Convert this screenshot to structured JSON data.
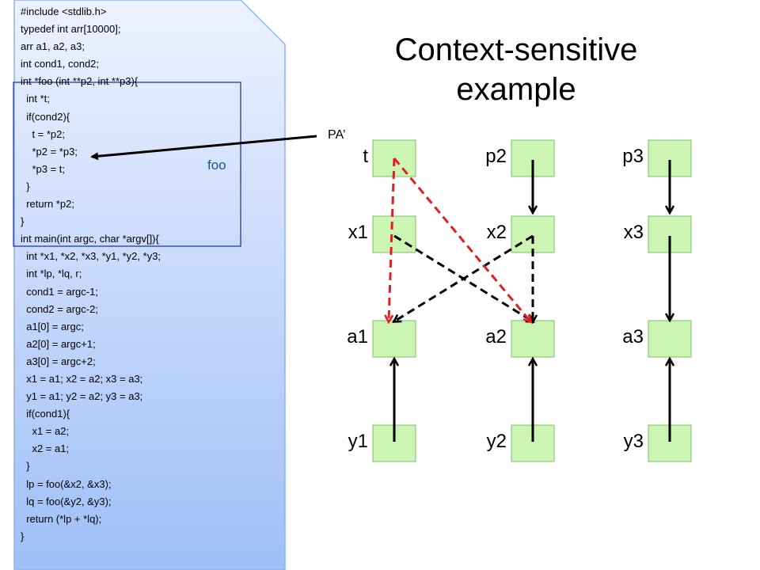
{
  "title": {
    "line1": "Context-sensitive",
    "line2": "example"
  },
  "code": {
    "lines": [
      "#include <stdlib.h>",
      "typedef int arr[10000];",
      "arr a1, a2, a3;",
      "int cond1, cond2;",
      "int *foo (int **p2, int **p3){",
      "  int *t;",
      "  if(cond2){",
      "    t = *p2;",
      "    *p2 = *p3;",
      "    *p3 = t;",
      "  }",
      "  return *p2;",
      "}",
      "int main(int argc, char *argv[]){",
      "  int *x1, *x2, *x3, *y1, *y2, *y3;",
      "  int *lp, *lq, r;",
      "  cond1 = argc-1;",
      "  cond2 = argc-2;",
      "  a1[0] = argc;",
      "  a2[0] = argc+1;",
      "  a3[0] = argc+2;",
      "  x1 = a1; x2 = a2; x3 = a3;",
      "  y1 = a1; y2 = a2; y3 = a3;",
      "  if(cond1){",
      "    x1 = a2;",
      "    x2 = a1;",
      "  }",
      "  lp = foo(&x2, &x3);",
      "  lq = foo(&y2, &y3);",
      "  return (*lp + *lq);",
      "}"
    ]
  },
  "foo_label": "foo",
  "pa_label": "PA’",
  "graph": {
    "nodes": [
      {
        "id": "t",
        "label": "t"
      },
      {
        "id": "p2",
        "label": "p2"
      },
      {
        "id": "p3",
        "label": "p3"
      },
      {
        "id": "x1",
        "label": "x1"
      },
      {
        "id": "x2",
        "label": "x2"
      },
      {
        "id": "x3",
        "label": "x3"
      },
      {
        "id": "a1",
        "label": "a1"
      },
      {
        "id": "a2",
        "label": "a2"
      },
      {
        "id": "a3",
        "label": "a3"
      },
      {
        "id": "y1",
        "label": "y1"
      },
      {
        "id": "y2",
        "label": "y2"
      },
      {
        "id": "y3",
        "label": "y3"
      }
    ],
    "edges": [
      {
        "from": "p2",
        "to": "x2",
        "style": "solid",
        "color": "#000000"
      },
      {
        "from": "p3",
        "to": "x3",
        "style": "solid",
        "color": "#000000"
      },
      {
        "from": "x3",
        "to": "a3",
        "style": "solid",
        "color": "#000000"
      },
      {
        "from": "y1",
        "to": "a1",
        "style": "solid",
        "color": "#000000"
      },
      {
        "from": "y2",
        "to": "a2",
        "style": "solid",
        "color": "#000000"
      },
      {
        "from": "y3",
        "to": "a3",
        "style": "solid",
        "color": "#000000"
      },
      {
        "from": "x1",
        "to": "a2",
        "style": "dashed",
        "color": "#000000"
      },
      {
        "from": "x2",
        "to": "a1",
        "style": "dashed",
        "color": "#000000"
      },
      {
        "from": "x2",
        "to": "a2",
        "style": "dashed",
        "color": "#000000"
      },
      {
        "from": "t",
        "to": "a1",
        "style": "dashed",
        "color": "#e02020"
      },
      {
        "from": "t",
        "to": "a2",
        "style": "dashed",
        "color": "#e02020"
      }
    ]
  },
  "colors": {
    "node_fill": "#ccf5b3",
    "node_stroke": "#7ec06a",
    "panel_top": "#e8efff",
    "panel_bottom": "#9fbff7",
    "panel_stroke": "#8fb2e8",
    "foo_box": "#1f3f9a"
  }
}
